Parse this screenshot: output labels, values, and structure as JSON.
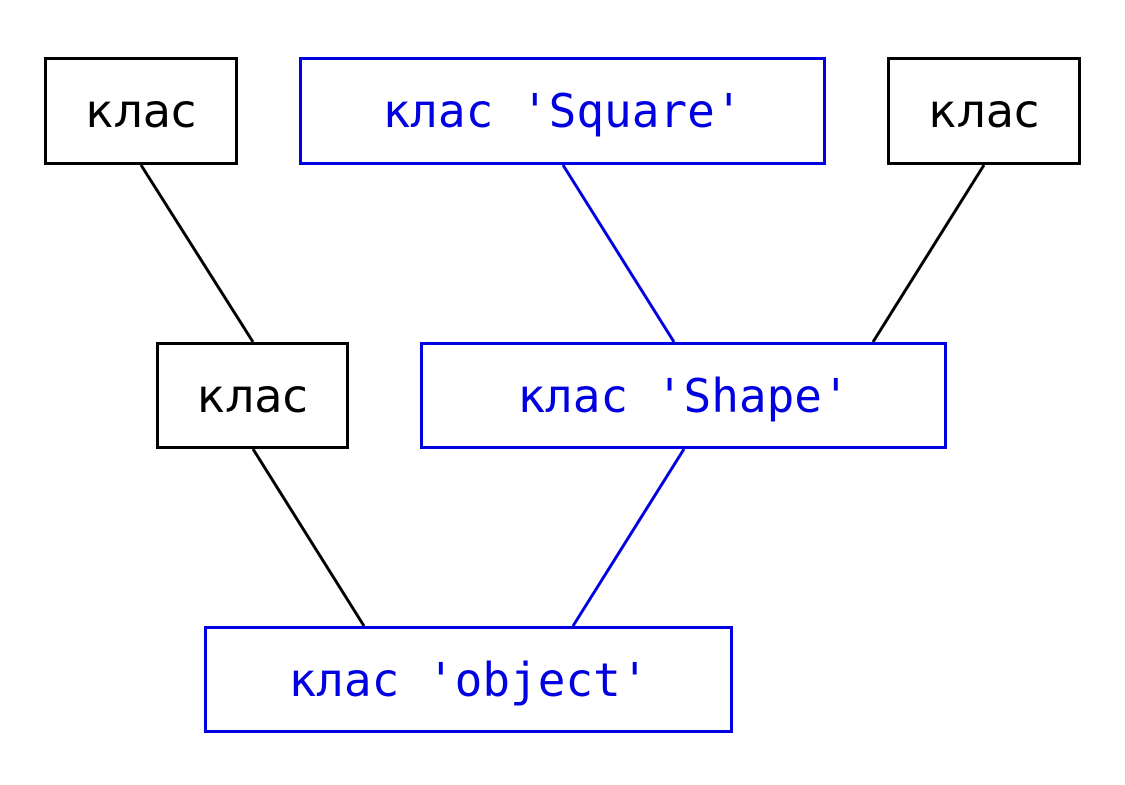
{
  "diagram": {
    "colors": {
      "highlight": "#0000e0",
      "plain": "#000000",
      "background": "#ffffff"
    },
    "nodes": {
      "top_left": {
        "label": "клас"
      },
      "square": {
        "label": "клас 'Square'"
      },
      "top_right": {
        "label": "клас"
      },
      "mid_left": {
        "label": "клас"
      },
      "shape": {
        "label": "клас 'Shape'"
      },
      "object": {
        "label": "клас 'object'"
      }
    },
    "edges": [
      {
        "from": "top_left",
        "to": "mid_left",
        "highlighted": false
      },
      {
        "from": "square",
        "to": "shape",
        "highlighted": true
      },
      {
        "from": "top_right",
        "to": "shape",
        "highlighted": false
      },
      {
        "from": "mid_left",
        "to": "object",
        "highlighted": false
      },
      {
        "from": "shape",
        "to": "object",
        "highlighted": true
      }
    ]
  }
}
